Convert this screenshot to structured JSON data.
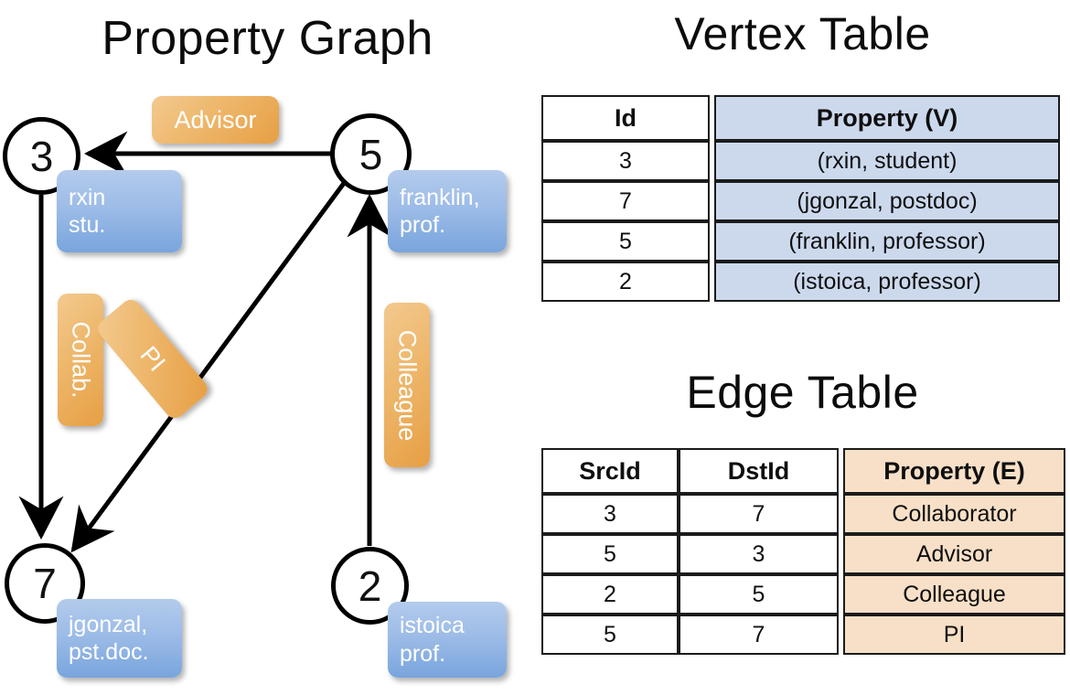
{
  "titles": {
    "graph": "Property Graph",
    "vertex_table": "Vertex Table",
    "edge_table": "Edge Table"
  },
  "graph": {
    "nodes": [
      {
        "id": "3",
        "property_label": "rxin\nstu."
      },
      {
        "id": "5",
        "property_label": "franklin,\nprof."
      },
      {
        "id": "7",
        "property_label": "jgonzal,\npst.doc."
      },
      {
        "id": "2",
        "property_label": "istoica\nprof."
      }
    ],
    "node_labels": {
      "n3": "3",
      "n5": "5",
      "n7": "7",
      "n2": "2"
    },
    "vertex_boxes": {
      "rxin_l1": "rxin",
      "rxin_l2": "stu.",
      "franklin_l1": "franklin,",
      "franklin_l2": "prof.",
      "jgonzal_l1": "jgonzal,",
      "jgonzal_l2": "pst.doc.",
      "istoica_l1": "istoica",
      "istoica_l2": "prof."
    },
    "edge_boxes": {
      "advisor": "Advisor",
      "collab": "Collab.",
      "pi": "PI",
      "colleague": "Colleague"
    },
    "edges": [
      {
        "from": "5",
        "to": "3",
        "label": "Advisor"
      },
      {
        "from": "3",
        "to": "7",
        "label": "Collab."
      },
      {
        "from": "5",
        "to": "7",
        "label": "PI"
      },
      {
        "from": "2",
        "to": "5",
        "label": "Colleague"
      }
    ]
  },
  "vertex_table": {
    "headers": [
      "Id",
      "Property (V)"
    ],
    "rows": [
      {
        "id": "3",
        "property": "(rxin, student)"
      },
      {
        "id": "7",
        "property": "(jgonzal, postdoc)"
      },
      {
        "id": "5",
        "property": "(franklin, professor)"
      },
      {
        "id": "2",
        "property": "(istoica, professor)"
      }
    ]
  },
  "edge_table": {
    "headers": [
      "SrcId",
      "DstId",
      "Property (E)"
    ],
    "rows": [
      {
        "src": "3",
        "dst": "7",
        "property": "Collaborator"
      },
      {
        "src": "5",
        "dst": "3",
        "property": "Advisor"
      },
      {
        "src": "2",
        "dst": "5",
        "property": "Colleague"
      },
      {
        "src": "5",
        "dst": "7",
        "property": "PI"
      }
    ]
  },
  "colors": {
    "vertex_property_fill": "#ccd9ed",
    "edge_property_fill": "#f7e0c7",
    "vertex_box": "#9dbce7",
    "edge_box": "#eeb96f",
    "stroke": "#000000"
  }
}
